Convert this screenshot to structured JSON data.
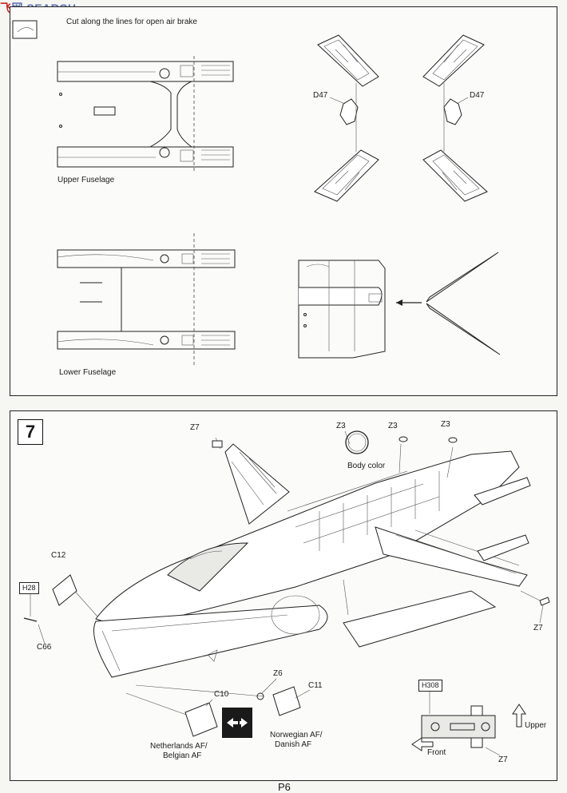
{
  "watermark": {
    "text_a": "飞",
    "text_b": "网",
    "text_c": "SEARCH"
  },
  "top_panel": {
    "instruction": "Cut along the lines for open air brake",
    "upper_label": "Upper Fuselage",
    "lower_label": "Lower Fuselage",
    "part_left": "D47",
    "part_right": "D47"
  },
  "step": {
    "number": "7",
    "parts": {
      "z7_top": "Z7",
      "z3_a": "Z3",
      "z3_b": "Z3",
      "z3_c": "Z3",
      "body_color": "Body color",
      "c12": "C12",
      "h28": "H28",
      "c66": "C66",
      "z7_right": "Z7",
      "z6": "Z6",
      "c10": "C10",
      "c11": "C11",
      "h308": "H308",
      "z7_bottom": "Z7",
      "upper": "Upper",
      "front": "Front"
    },
    "variant_left_1": "Netherlands AF/",
    "variant_left_2": "Belgian AF",
    "variant_right_1": "Norwegian AF/",
    "variant_right_2": "Danish AF"
  },
  "page": {
    "number": "P6"
  }
}
